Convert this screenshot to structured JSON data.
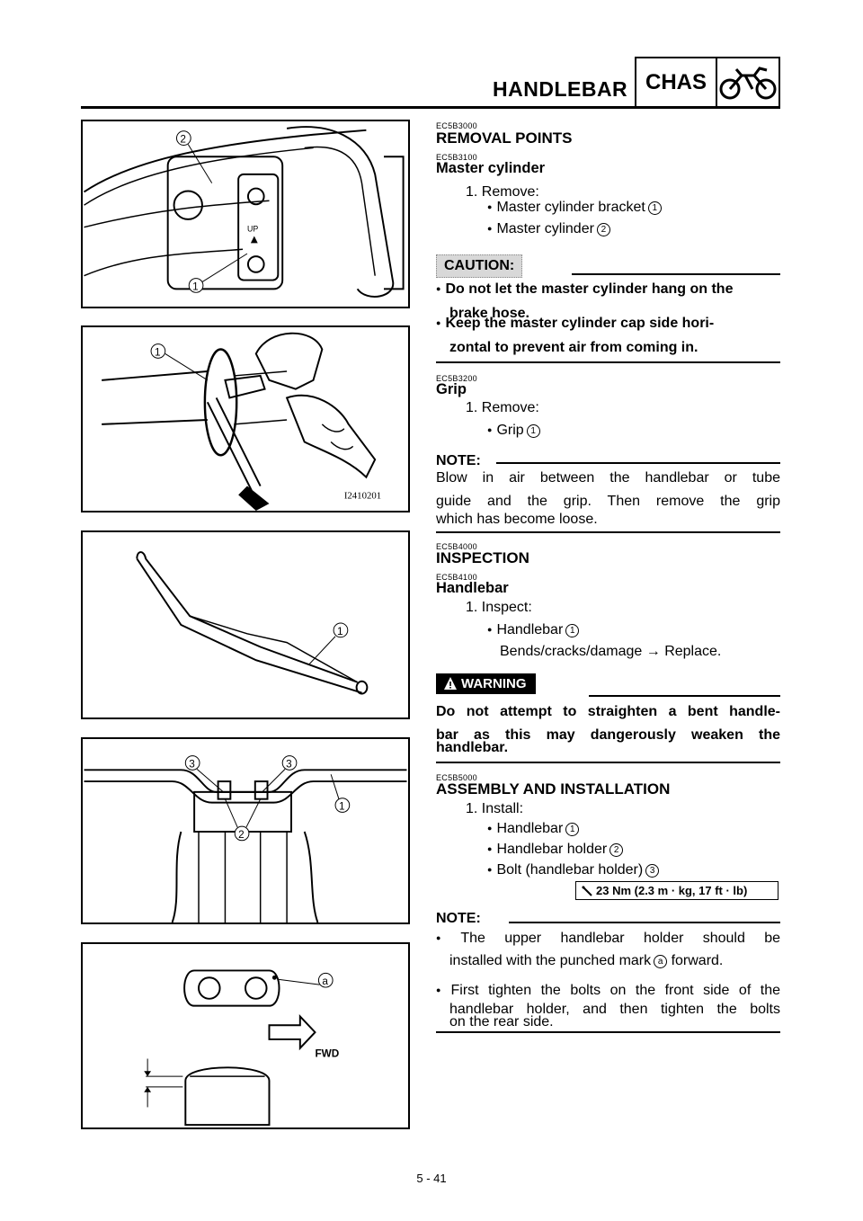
{
  "header": {
    "title": "HANDLEBAR",
    "section": "CHAS"
  },
  "figures": {
    "fig1": {
      "labels": [
        "2",
        "1"
      ],
      "mark": "UP"
    },
    "fig2": {
      "labels": [
        "1"
      ],
      "code": "I2410201"
    },
    "fig3": {
      "labels": [
        "1"
      ]
    },
    "fig4": {
      "labels": [
        "3",
        "3",
        "1",
        "2"
      ]
    },
    "fig5": {
      "labels": [
        "a"
      ],
      "arrow": "FWD"
    }
  },
  "removal": {
    "code": "EC5B3000",
    "title": "REMOVAL POINTS",
    "master": {
      "code": "EC5B3100",
      "title": "Master cylinder",
      "step": "1. Remove:",
      "items": [
        {
          "text": "Master cylinder bracket",
          "num": "1"
        },
        {
          "text": "Master cylinder",
          "num": "2"
        }
      ]
    },
    "caution": {
      "label": "CAUTION:",
      "items": [
        "Do not let the master cylinder hang on the",
        "brake hose.",
        "Keep the master cylinder cap side hori-",
        "zontal to prevent air from coming in."
      ]
    },
    "grip": {
      "code": "EC5B3200",
      "title": "Grip",
      "step": "1. Remove:",
      "item": "Grip",
      "num": "1"
    },
    "note": {
      "label": "NOTE:",
      "lines": [
        "Blow in air between the handlebar or tube",
        "guide and the grip. Then remove the grip",
        "which has become loose."
      ]
    }
  },
  "inspection": {
    "code": "EC5B4000",
    "title": "INSPECTION",
    "sub_code": "EC5B4100",
    "sub_title": "Handlebar",
    "step": "1. Inspect:",
    "item": "Handlebar",
    "num": "1",
    "detail": "Bends/cracks/damage → Replace.",
    "warning": {
      "label": "WARNING",
      "lines": [
        "Do not attempt to straighten a bent handle-",
        "bar as this may dangerously weaken the",
        "handlebar."
      ]
    }
  },
  "assembly": {
    "code": "EC5B5000",
    "title": "ASSEMBLY AND INSTALLATION",
    "step": "1. Install:",
    "items": [
      {
        "text": "Handlebar",
        "num": "1"
      },
      {
        "text": "Handlebar holder",
        "num": "2"
      },
      {
        "text": "Bolt (handlebar holder)",
        "num": "3"
      }
    ],
    "torque": "23 Nm (2.3 m · kg, 17 ft · lb)",
    "note": {
      "label": "NOTE:",
      "item1": [
        "The upper handlebar holder should be",
        "installed with the punched mark",
        "forward."
      ],
      "item1_mark": "a",
      "item2": [
        "First tighten the bolts on the front side of the",
        "handlebar holder, and then tighten the bolts",
        "on the rear side."
      ]
    }
  },
  "page_number": "5 - 41"
}
